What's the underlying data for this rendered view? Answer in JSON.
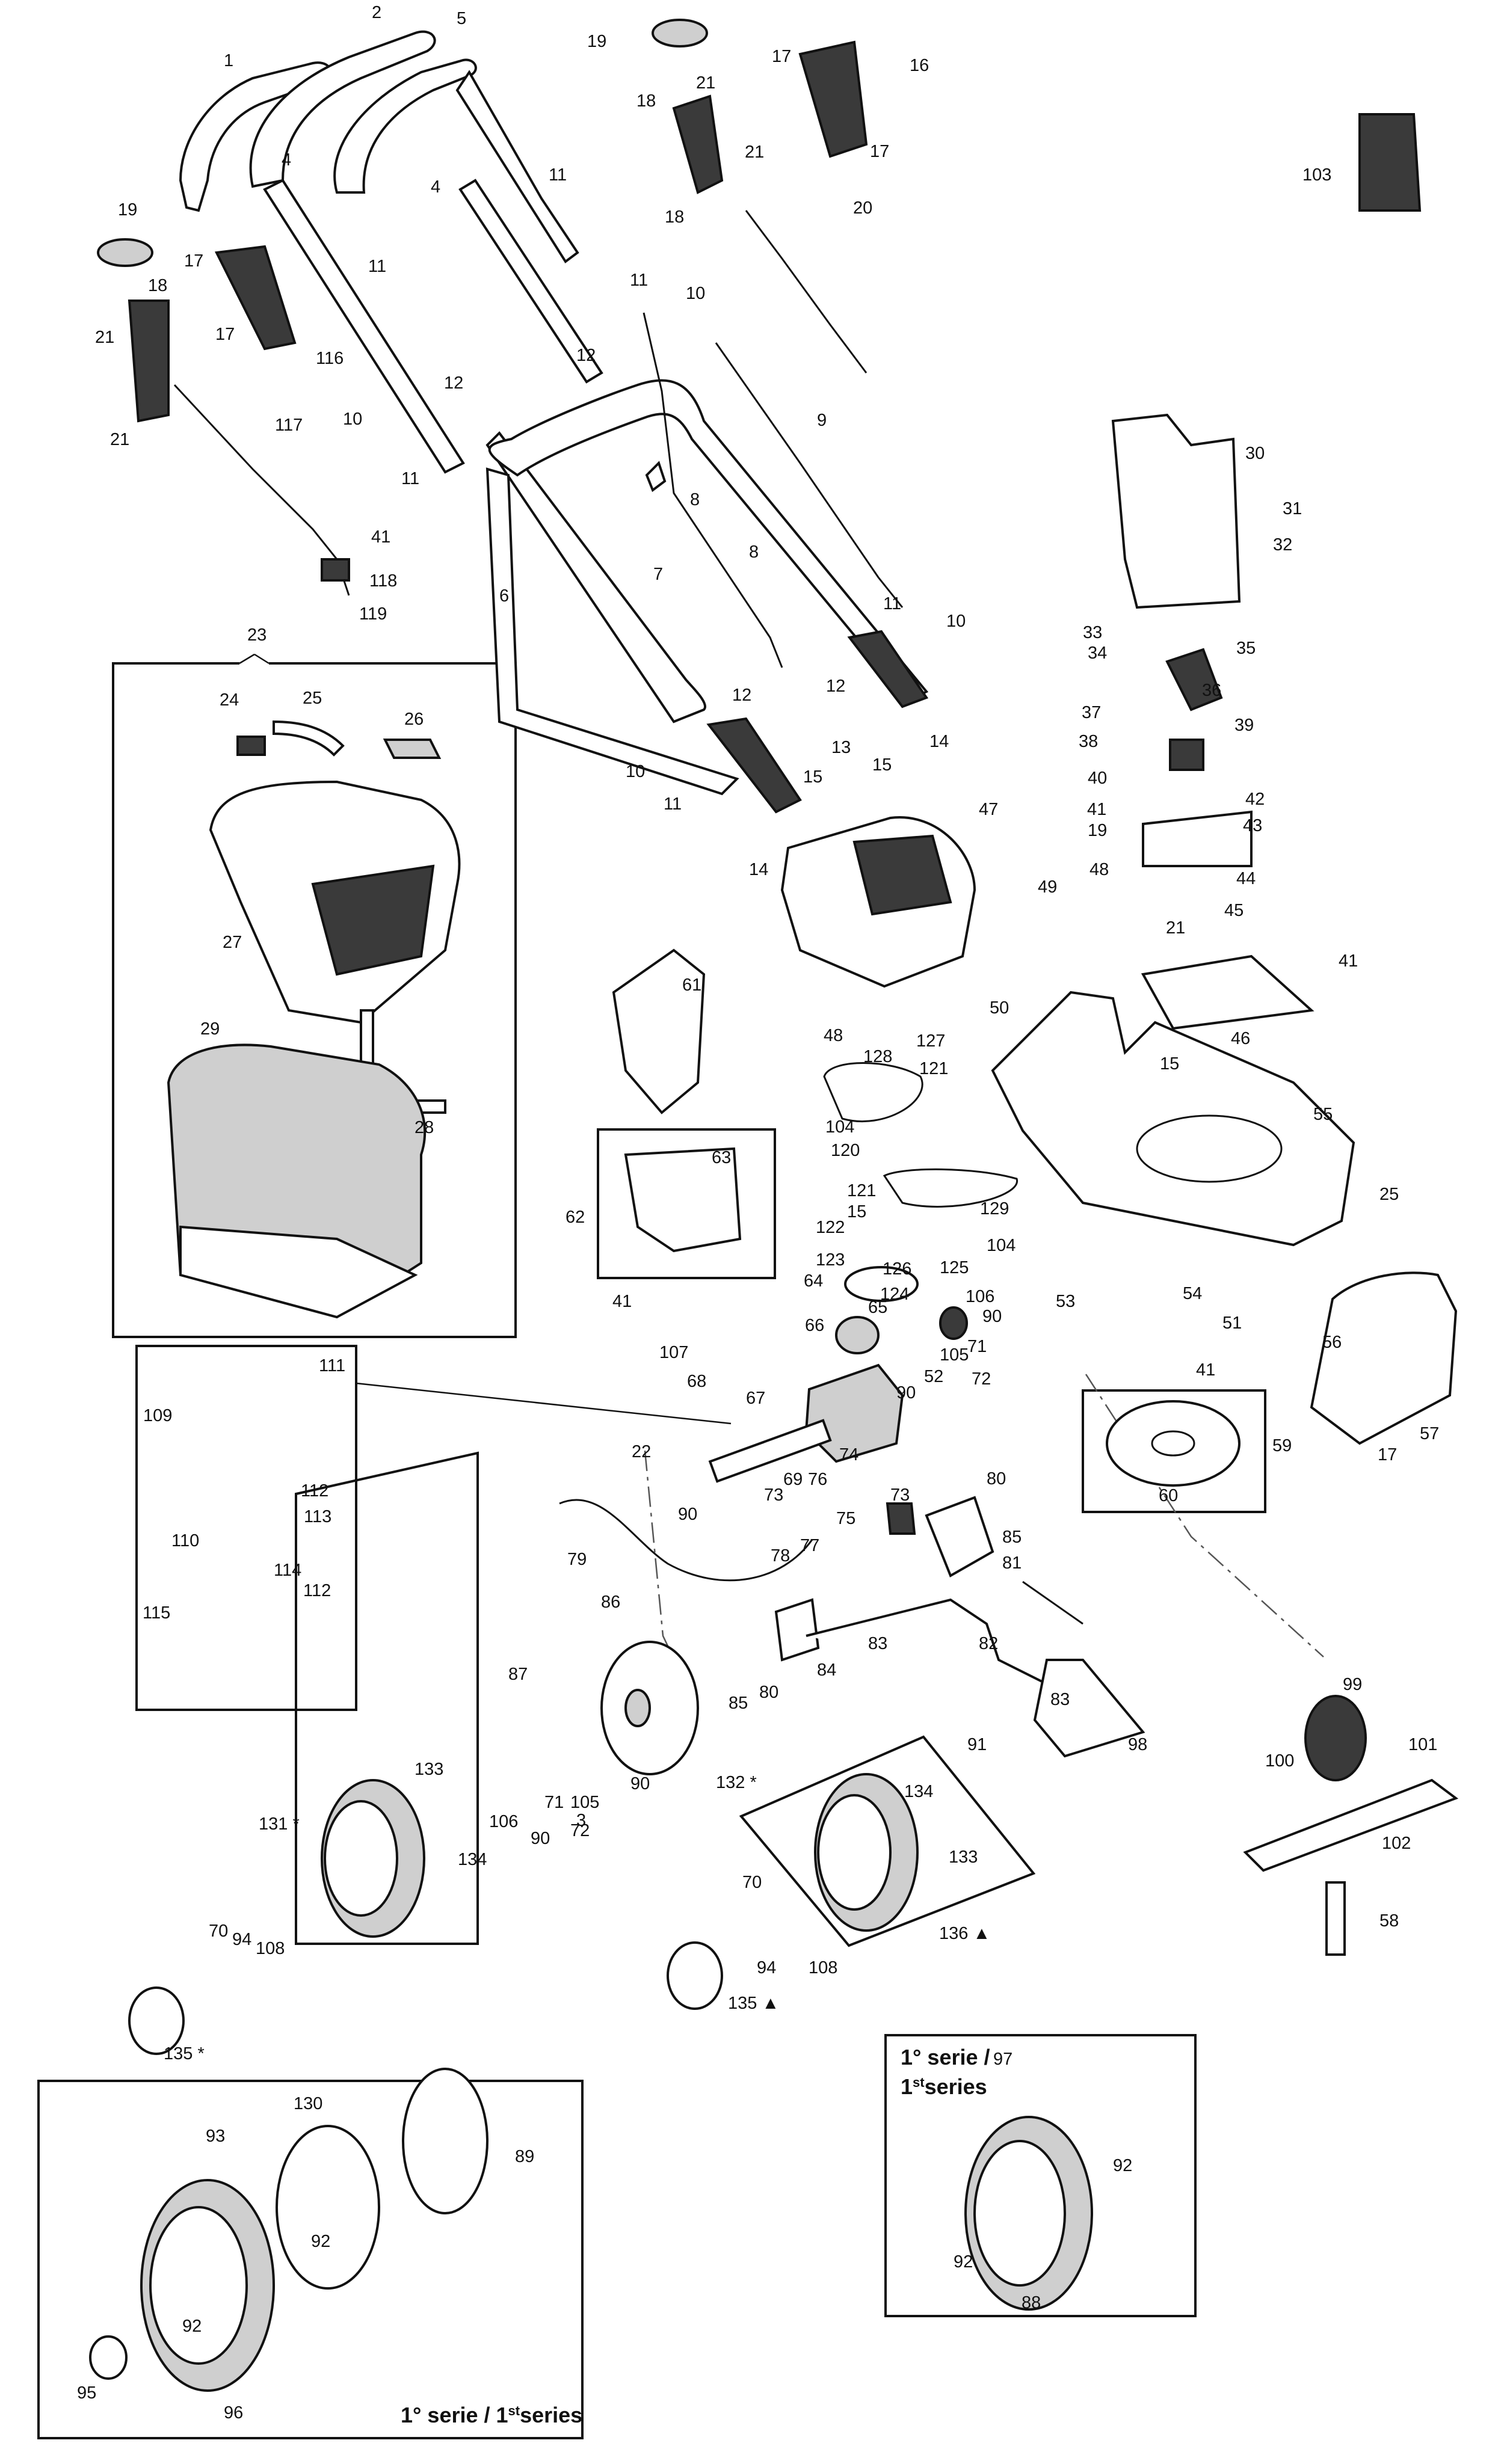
{
  "callouts": {
    "c1": "1",
    "c2": "2",
    "c5": "5",
    "c19a": "19",
    "c17a": "17",
    "c16": "16",
    "c18a": "18",
    "c21a": "21",
    "c21b": "21",
    "c17b": "17",
    "c4a": "4",
    "c4b": "4",
    "c11a": "11",
    "c11b": "11",
    "c18b": "18",
    "c20": "20",
    "c103": "103",
    "c19b": "19",
    "c17c": "17",
    "c18c": "18",
    "c17d": "17",
    "c116": "116",
    "c21c": "21",
    "c11c": "11",
    "c10a": "10",
    "c12a": "12",
    "c12b": "12",
    "c21d": "21",
    "c117": "117",
    "c10b": "10",
    "c11d": "11",
    "c9": "9",
    "c30": "30",
    "c31": "31",
    "c32": "32",
    "c41a": "41",
    "c118": "118",
    "c119": "119",
    "c8a": "8",
    "c8b": "8",
    "c6": "6",
    "c7": "7",
    "c11e": "11",
    "c10c": "10",
    "c33": "33",
    "c34": "34",
    "c35": "35",
    "c36": "36",
    "c37": "37",
    "c38": "38",
    "c39": "39",
    "c40": "40",
    "c12c": "12",
    "c12d": "12",
    "c13": "13",
    "c14a": "14",
    "c15a": "15",
    "c15b": "15",
    "c10d": "10",
    "c11f": "11",
    "c14b": "14",
    "c23": "23",
    "c24": "24",
    "c25a": "25",
    "c26": "26",
    "c27": "27",
    "c28": "28",
    "c29": "29",
    "c47": "47",
    "c41b": "41",
    "c19c": "19",
    "c42": "42",
    "c43": "43",
    "c44": "44",
    "c45": "45",
    "c21e": "21",
    "c48a": "48",
    "c49": "49",
    "c41c": "41",
    "c46": "46",
    "c50": "50",
    "c61": "61",
    "c48b": "48",
    "c127": "127",
    "c128": "128",
    "c121a": "121",
    "c15c": "15",
    "c55": "55",
    "c104a": "104",
    "c120": "120",
    "c62": "62",
    "c63": "63",
    "c121b": "121",
    "c129": "129",
    "c122": "122",
    "c15d": "15",
    "c123": "123",
    "c104b": "104",
    "c126": "126",
    "c125": "125",
    "c25b": "25",
    "c41d": "41",
    "c64": "64",
    "c124": "124",
    "c106a": "106",
    "c53": "53",
    "c54": "54",
    "c65": "65",
    "c66": "66",
    "c90a": "90",
    "c107": "107",
    "c68": "68",
    "c52": "52",
    "c105a": "105",
    "c71a": "71",
    "c51": "51",
    "c56": "56",
    "c111": "111",
    "c72a": "72",
    "c90b": "90",
    "c67": "67",
    "c41e": "41",
    "c109": "109",
    "c59": "59",
    "c17e": "17",
    "c57": "57",
    "c22": "22",
    "c74": "74",
    "c112a": "112",
    "c73a": "73",
    "c69": "69",
    "c76": "76",
    "c80a": "80",
    "c90c": "90",
    "c73b": "73",
    "c60": "60",
    "c110": "110",
    "c113": "113",
    "c75": "75",
    "c85a": "85",
    "c79": "79",
    "c78": "78",
    "c77": "77",
    "c81": "81",
    "c114": "114",
    "c112b": "112",
    "c115": "115",
    "c86": "86",
    "c83a": "83",
    "c84": "84",
    "c82": "82",
    "c87": "87",
    "c85b": "85",
    "c80b": "80",
    "c83b": "83",
    "c99": "99",
    "c98": "98",
    "c91": "91",
    "c101": "101",
    "c100": "100",
    "c133a": "133",
    "c132": "132 *",
    "c106b": "106",
    "c71b": "71",
    "c105b": "105",
    "c3": "3",
    "c90d": "90",
    "c72b": "72",
    "c90e": "90",
    "c134a": "134",
    "c131": "131 *",
    "c102": "102",
    "c134b": "134",
    "c133b": "133",
    "c58": "58",
    "c70a": "70",
    "c94a": "94",
    "c108a": "108",
    "c70b": "70",
    "c136": "136 ▲",
    "c94b": "94",
    "c108b": "108",
    "c135a": "135 *",
    "c135b": "135 ▲",
    "c130": "130",
    "c93": "93",
    "c89": "89",
    "c97": "97",
    "c92a": "92",
    "c92b": "92",
    "c92c": "92",
    "c92d": "92",
    "c88": "88",
    "c95": "95",
    "c96": "96"
  },
  "series_box_right": {
    "line1": "1° serie /",
    "line2_base": "1",
    "line2_sup": "st",
    "line2_end": "series"
  },
  "series_box_left": {
    "prefix": "1° serie / 1",
    "sup": "st",
    "suffix": "series"
  }
}
